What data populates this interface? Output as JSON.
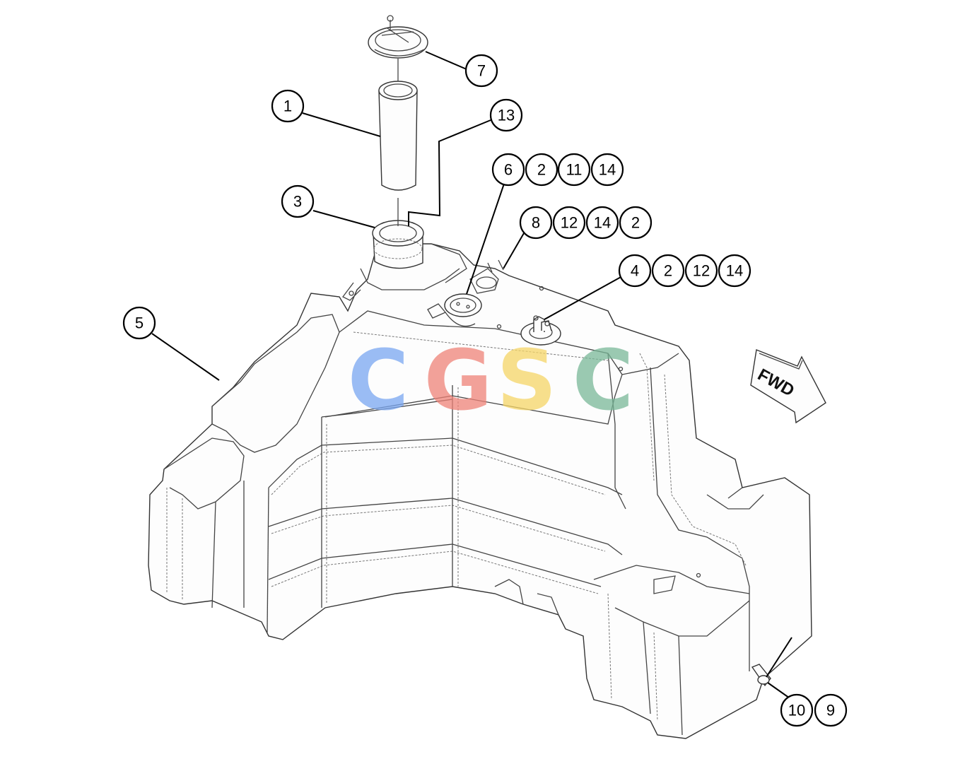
{
  "callouts": [
    {
      "id": "c7",
      "label": "7"
    },
    {
      "id": "c1",
      "label": "1"
    },
    {
      "id": "c13",
      "label": "13"
    },
    {
      "id": "c6",
      "label": "6"
    },
    {
      "id": "c2a",
      "label": "2"
    },
    {
      "id": "c11",
      "label": "11"
    },
    {
      "id": "c14a",
      "label": "14"
    },
    {
      "id": "c3",
      "label": "3"
    },
    {
      "id": "c8",
      "label": "8"
    },
    {
      "id": "c12a",
      "label": "12"
    },
    {
      "id": "c14b",
      "label": "14"
    },
    {
      "id": "c2b",
      "label": "2"
    },
    {
      "id": "c4",
      "label": "4"
    },
    {
      "id": "c2c",
      "label": "2"
    },
    {
      "id": "c12b",
      "label": "12"
    },
    {
      "id": "c14c",
      "label": "14"
    },
    {
      "id": "c5",
      "label": "5"
    },
    {
      "id": "c10",
      "label": "10"
    },
    {
      "id": "c9",
      "label": "9"
    }
  ],
  "direction_arrow": {
    "label": "FWD"
  },
  "watermark": {
    "letters": [
      {
        "char": "C",
        "color": "#7aa7f2"
      },
      {
        "char": "G",
        "color": "#ef8378"
      },
      {
        "char": "S",
        "color": "#f6d667"
      },
      {
        "char": "C",
        "color": "#79b898"
      }
    ]
  }
}
